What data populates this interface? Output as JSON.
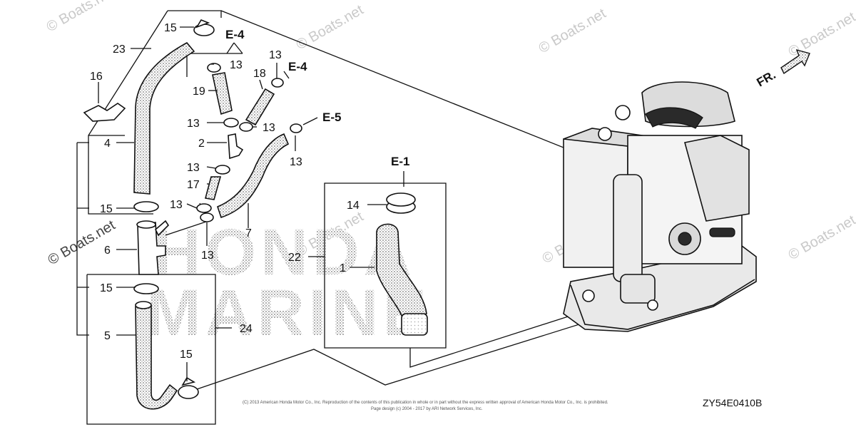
{
  "watermarks": [
    "© Boats.net",
    "© Boats.net",
    "© Boats.net",
    "© Boats.net",
    "© Boats.net",
    "© Boats.net",
    "© Boats.net",
    "© Boats.net"
  ],
  "brand_lines": [
    "HONDA",
    "MARINE"
  ],
  "front_marker": "FR.",
  "references": [
    "E-4",
    "E-4",
    "E-5",
    "E-1"
  ],
  "callouts": {
    "c23": "23",
    "c16": "16",
    "c4": "4",
    "c15a": "15",
    "c6": "6",
    "c15b": "15",
    "c5": "5",
    "c15c": "15",
    "c15d": "15",
    "c24": "24",
    "c13a": "13",
    "c13b": "13",
    "c13c": "13",
    "c13d": "13",
    "c13e": "13",
    "c13f": "13",
    "c13g": "13",
    "c13h": "13",
    "c19": "19",
    "c18": "18",
    "c2": "2",
    "c17": "17",
    "c7": "7",
    "c14": "14",
    "c22": "22",
    "c1": "1"
  },
  "copyright_line1": "(C) 2013 American Honda Motor Co., Inc. Reproduction of the contents of this publication in whole or in part without the express written approval of American Honda Motor Co., Inc. is prohibited.",
  "copyright_line2": "Page design (c) 2004 - 2017 by ARI Network Services, Inc.",
  "diagram_code": "ZY54E0410B"
}
